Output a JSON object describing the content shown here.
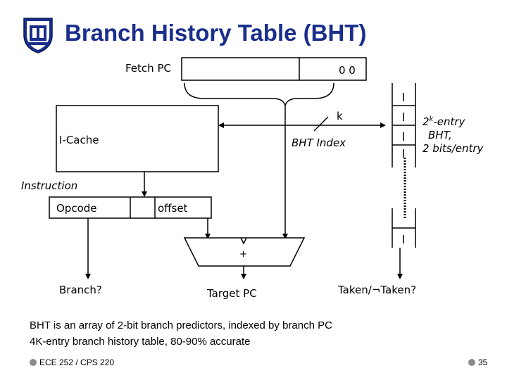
{
  "slide": {
    "title": "Branch History Table (BHT)",
    "footer": "ECE 252 / CPS 220",
    "page_number": "35"
  },
  "diagram": {
    "fetch_pc": "Fetch PC",
    "pc_low_bits": "0 0",
    "k_label": "k",
    "icache": "I-Cache",
    "bht_index": "BHT Index",
    "bht_desc_line1_pre": "2",
    "bht_desc_line1_sup": "k",
    "bht_desc_line1_post": "-entry",
    "bht_desc_line2": "BHT,",
    "bht_desc_line3": "2 bits/entry",
    "instruction": "Instruction",
    "opcode": "Opcode",
    "offset": "offset",
    "adder": "+",
    "branch": "Branch?",
    "target_pc": "Target PC",
    "taken": "Taken/¬Taken?"
  },
  "body": {
    "line1": "BHT is an array of 2-bit branch predictors, indexed by branch PC",
    "line2": "4K-entry branch history table, 80-90% accurate"
  },
  "colors": {
    "title": "#1a2f8c",
    "logo": "#1a2f8c",
    "bullet": "#8a8a8a"
  }
}
